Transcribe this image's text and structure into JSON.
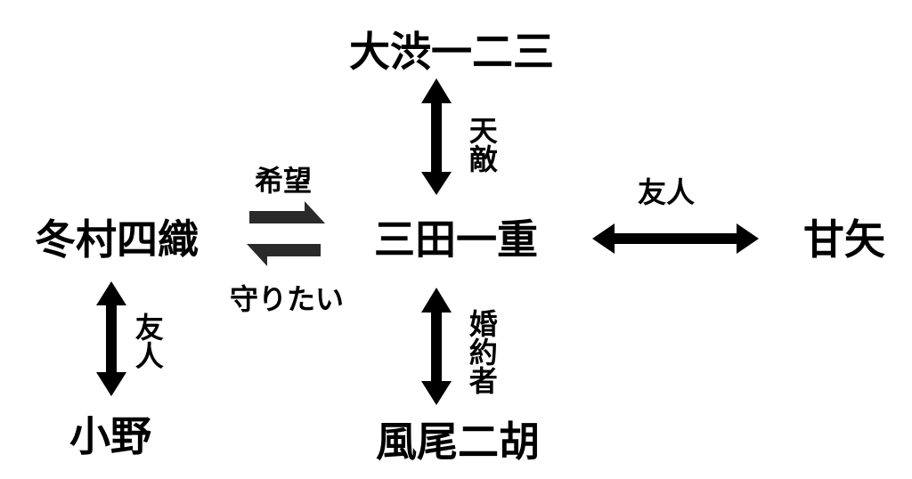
{
  "nodes": {
    "center": "三田一重",
    "top": "大渋一二三",
    "right": "甘矢",
    "left": "冬村四織",
    "bottom": "風尾二胡",
    "bottom_left": "小野"
  },
  "relations": {
    "center_top": "天敵",
    "center_right": "友人",
    "center_bottom": "婚約者",
    "left_bottom_left": "友人",
    "left_to_center": "希望",
    "center_to_left": "守りたい"
  },
  "colors": {
    "arrow": "#000000",
    "arrow_dark": "#2a2a2a",
    "background": "#ffffff"
  }
}
